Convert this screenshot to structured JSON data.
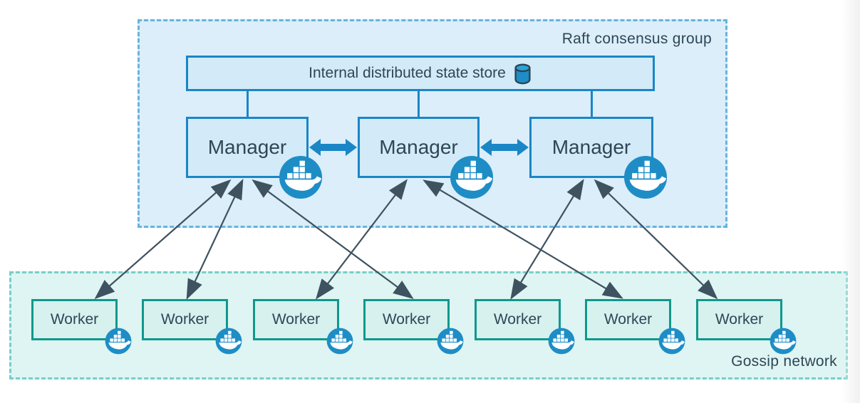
{
  "diagram": {
    "raft_group": {
      "label": "Raft consensus group"
    },
    "state_store": {
      "label": "Internal distributed state store",
      "icon": "database-icon"
    },
    "managers": [
      {
        "label": "Manager",
        "icon": "docker-whale-icon"
      },
      {
        "label": "Manager",
        "icon": "docker-whale-icon"
      },
      {
        "label": "Manager",
        "icon": "docker-whale-icon"
      }
    ],
    "workers": [
      {
        "label": "Worker",
        "icon": "docker-whale-icon"
      },
      {
        "label": "Worker",
        "icon": "docker-whale-icon"
      },
      {
        "label": "Worker",
        "icon": "docker-whale-icon"
      },
      {
        "label": "Worker",
        "icon": "docker-whale-icon"
      },
      {
        "label": "Worker",
        "icon": "docker-whale-icon"
      },
      {
        "label": "Worker",
        "icon": "docker-whale-icon"
      },
      {
        "label": "Worker",
        "icon": "docker-whale-icon"
      }
    ],
    "gossip_group": {
      "label": "Gossip network"
    },
    "connections": {
      "store_to_managers": [
        0,
        1,
        2
      ],
      "manager_peer_links": [
        [
          0,
          1
        ],
        [
          1,
          2
        ]
      ],
      "manager_worker_links": [
        {
          "manager": 0,
          "worker": 0
        },
        {
          "manager": 0,
          "worker": 1
        },
        {
          "manager": 0,
          "worker": 3
        },
        {
          "manager": 1,
          "worker": 2
        },
        {
          "manager": 1,
          "worker": 5
        },
        {
          "manager": 2,
          "worker": 4
        },
        {
          "manager": 2,
          "worker": 6
        }
      ],
      "link_style": "double-headed"
    },
    "colors": {
      "manager_fill": "#d3eaf8",
      "manager_border": "#1a86c6",
      "raft_fill": "#dbeefa",
      "raft_border": "#66b4dd",
      "worker_fill": "#d6f1ee",
      "worker_border": "#10988d",
      "gossip_fill": "#def5f3",
      "gossip_border": "#76cfc7",
      "docker_blue": "#1e8dc6",
      "arrow_dark": "#3e5260",
      "text": "#2e4656"
    }
  }
}
